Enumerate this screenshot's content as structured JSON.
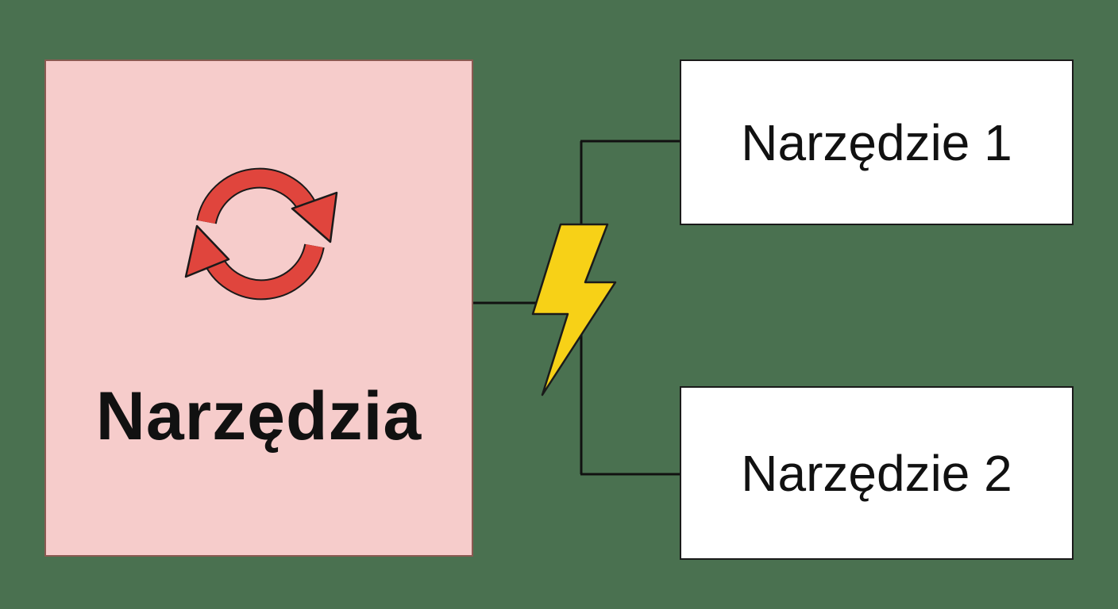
{
  "colors": {
    "background": "#4a7150",
    "main_box_fill": "#f6cccb",
    "tool_box_fill": "#ffffff",
    "arrow_red": "#e0453d",
    "bolt_yellow": "#f7d117",
    "line": "#111111"
  },
  "main_node": {
    "label": "Narzędzia",
    "icon": "refresh-icon"
  },
  "tools": [
    {
      "label": "Narzędzie 1"
    },
    {
      "label": "Narzędzie 2"
    }
  ],
  "connector_icon": "lightning-bolt-icon"
}
